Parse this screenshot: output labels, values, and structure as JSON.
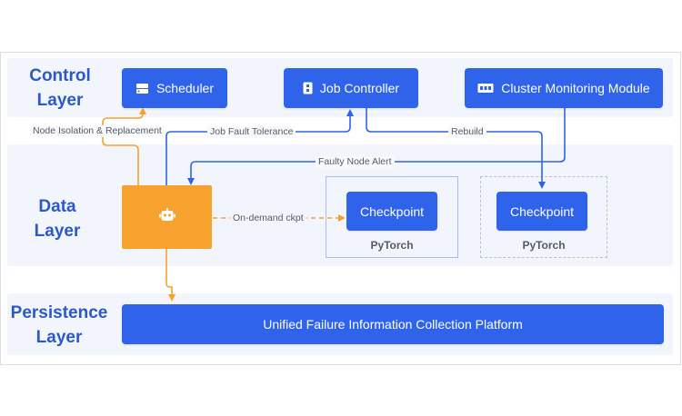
{
  "layers": {
    "control": "Control\nLayer",
    "data": "Data\nLayer",
    "persistence": "Persistence\nLayer"
  },
  "nodes": {
    "scheduler": "Scheduler",
    "job_controller": "Job Controller",
    "cluster_monitoring": "Cluster Monitoring Module",
    "checkpoint_1": "Checkpoint",
    "checkpoint_2": "Checkpoint",
    "platform": "Unified Failure Information Collection Platform"
  },
  "sublabels": {
    "pytorch_1": "PyTorch",
    "pytorch_2": "PyTorch"
  },
  "edges": {
    "node_isolation": "Node Isolation & Replacement",
    "job_fault_tolerance": "Job Fault Tolerance",
    "rebuild": "Rebuild",
    "faulty_node_alert": "Faulty Node Alert",
    "on_demand_ckpt": "On-demand ckpt"
  },
  "colors": {
    "node_blue": "#2f63ea",
    "agent_orange": "#f7a12e",
    "layer_text": "#2a59c9",
    "band_bg": "#f2f5fb"
  },
  "icons": {
    "scheduler": "server-icon",
    "job_controller": "controller-icon",
    "cluster_monitoring": "monitor-rack-icon",
    "agent": "robot-icon"
  }
}
